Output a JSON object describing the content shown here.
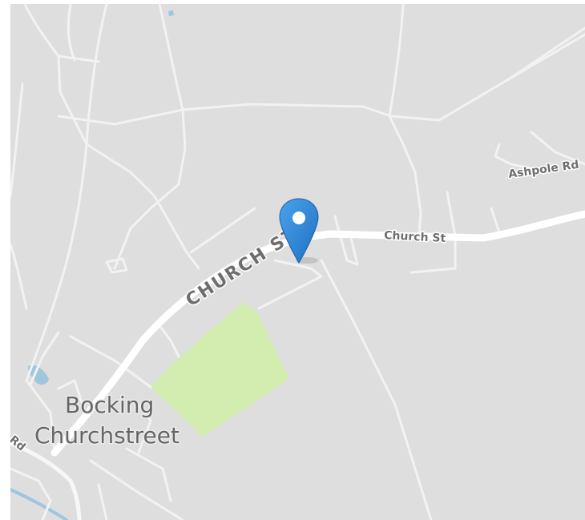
{
  "map": {
    "place": {
      "line1": "Bocking",
      "line2": "Churchstreet"
    },
    "roads": {
      "church_st_major": "CHURCH ST",
      "church_st_minor": "Church St",
      "ashpole_rd": "Ashpole Rd",
      "rd_left": "Rd"
    },
    "marker": {
      "icon": "map-pin-icon",
      "color": "#2b7fd4"
    },
    "colors": {
      "background": "#dedede",
      "road": "#ffffff",
      "park": "#d3ecb0",
      "water": "#9fc6dc"
    }
  }
}
